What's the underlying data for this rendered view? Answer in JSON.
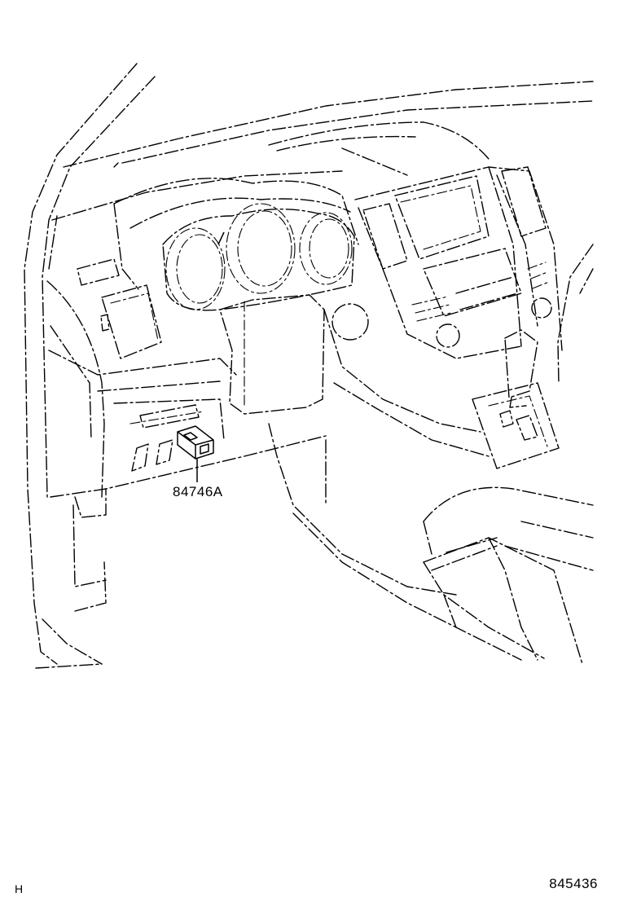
{
  "diagram": {
    "callout": {
      "part_number": "84746A"
    },
    "corner_mark": "H",
    "figure_number": "845436"
  }
}
